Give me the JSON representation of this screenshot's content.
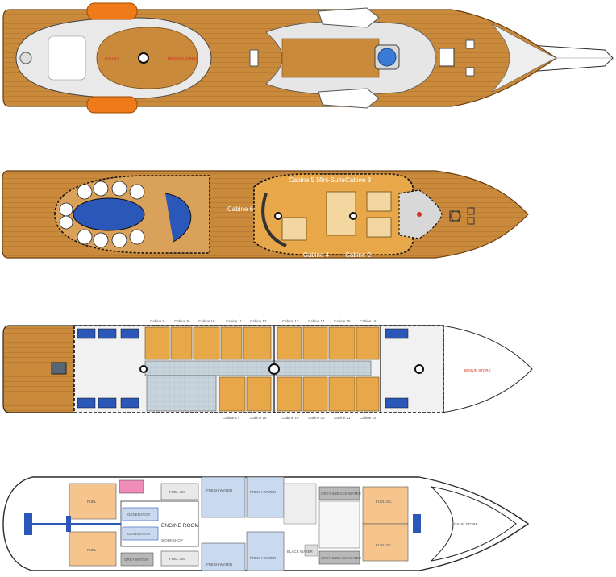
{
  "colors": {
    "teak": "#c98a3c",
    "teak_dark": "#9a5e22",
    "hull_white": "#f2f2f2",
    "outline": "#2a2a2a",
    "cabin_orange": "#e8a84a",
    "pool_blue": "#2b57b8",
    "tender_orange": "#ef7a1a",
    "tank_orange": "#f6c58e",
    "tank_blue": "#c9d9f0",
    "tank_pink": "#f08cb8",
    "tank_grey": "#b8b8b8",
    "corridor_tile": "#c8d4dc"
  },
  "main_deck": {
    "labels": {
      "left": "GALLEY",
      "right": "BRIDGE/LOUNGE"
    }
  },
  "guest_deck": {
    "cabins": [
      {
        "id": "cabin-6",
        "label": "Cabine 6"
      },
      {
        "id": "cabin-5",
        "label": "Cabine 5 Mini-Suite"
      },
      {
        "id": "cabin-3",
        "label": "Cabine 3"
      },
      {
        "id": "cabin-4",
        "label": "Cabine 4"
      },
      {
        "id": "cabin-2",
        "label": "Cabine 2"
      }
    ]
  },
  "crew_deck": {
    "top_labels": [
      "Cabine 8",
      "Cabine 9",
      "Cabine 10",
      "Cabine 11",
      "Cabine 12",
      "Cabine 13",
      "Cabine 14",
      "Cabine 15",
      "Cabine 16"
    ],
    "bottom_labels": [
      "Cabine 17",
      "Cabine 18",
      "Cabine 19",
      "Cabine 20",
      "Cabine 21",
      "Cabine 22"
    ],
    "bow_label": "BOSUN STORE"
  },
  "lower_deck": {
    "engine_room": "ENGINE ROOM",
    "bosun_store": "BOSUN STORE",
    "tanks": {
      "fuel_left_top": "FUEL",
      "fuel_left_bottom": "FUEL",
      "fuel_oil_top": "FUEL OIL",
      "fuel_oil_bottom": "FUEL OIL",
      "fresh_water_1": "FRESH WATER",
      "fresh_water_2": "FRESH WATER",
      "fresh_water_3": "FRESH WATER",
      "fresh_water_4": "FRESH WATER",
      "grey_black_top": "GREY & BLACK WATER",
      "grey_black_bottom": "GREY & BLACK WATER",
      "fuel_oil_fwd_top": "FUEL OIL",
      "fuel_oil_fwd_bottom": "FUEL OIL",
      "grey_water": "GREY WATER",
      "black_water": "BLACK WATER",
      "generator_1": "GENERATOR",
      "generator_2": "GENERATOR",
      "workshop": "WORKSHOP"
    }
  }
}
